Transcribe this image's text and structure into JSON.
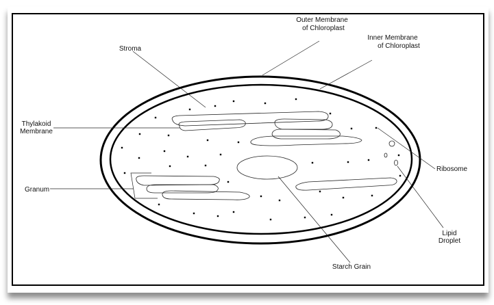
{
  "diagram": {
    "title": "Chloroplast structure",
    "labels": {
      "outer_membrane_1": "Outer Membrane",
      "outer_membrane_2": "of Chloroplast",
      "inner_membrane_1": "Inner Membrane",
      "inner_membrane_2": "of Chloroplast",
      "stroma": "Stroma",
      "thylakoid_1": "Thylakoid",
      "thylakoid_2": "Membrane",
      "granum": "Granum",
      "ribosome": "Ribosome",
      "lipid_1": "Lipid",
      "lipid_2": "Droplet",
      "starch": "Starch Grain"
    }
  }
}
